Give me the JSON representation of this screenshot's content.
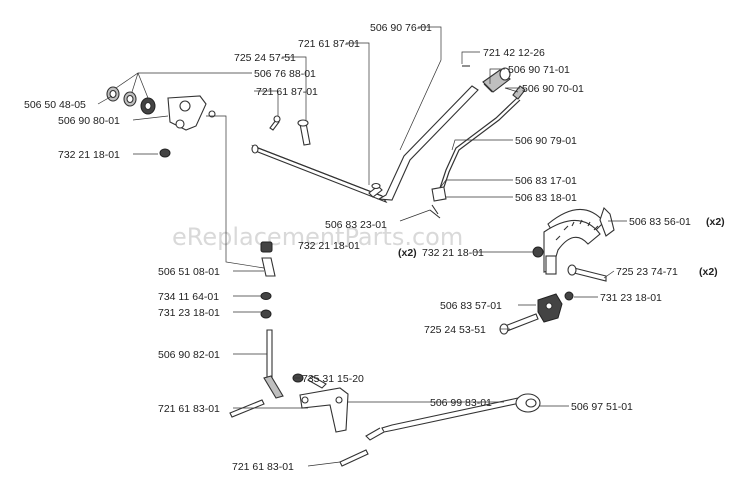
{
  "watermark": "eReplacementParts.com",
  "labels": {
    "p_506907601": "506 90 76-01",
    "p_721421226": "721 42 12-26",
    "p_721618701_a": "721 61 87-01",
    "p_725245751": "725 24 57-51",
    "p_506768801": "506 76 88-01",
    "p_506504805": "506 50 48-05",
    "p_506908001": "506 90 80-01",
    "p_721618701_b": "721 61 87-01",
    "p_732211801_a": "732 21 18-01",
    "p_506907101": "506 90 71-01",
    "p_506907001": "506 90 70-01",
    "p_506907901": "506 90 79-01",
    "p_506831701": "506 83 17-01",
    "p_506831801": "506 83 18-01",
    "p_506832301": "506 83 23-01",
    "p_732211801_b": "732 21 18-01",
    "p_506835601": "506 83 56-01",
    "p_506835601_qty": "(x2)",
    "p_732211801_c_qty": "(x2)",
    "p_732211801_c": "732 21 18-01",
    "p_506510801": "506 51 08-01",
    "p_725237471": "725 23 74-71",
    "p_725237471_qty": "(x2)",
    "p_734116401": "734 11 64-01",
    "p_506835701": "506 83 57-01",
    "p_731231801_a": "731 23 18-01",
    "p_731231801_b": "731 23 18-01",
    "p_725245351": "725 24 53-51",
    "p_506908201": "506 90 82-01",
    "p_735311520": "735 31 15-20",
    "p_721618301_a": "721 61 83-01",
    "p_506998301": "506 99 83-01",
    "p_506975101": "506 97 51-01",
    "p_721618301_b": "721 61 83-01"
  }
}
